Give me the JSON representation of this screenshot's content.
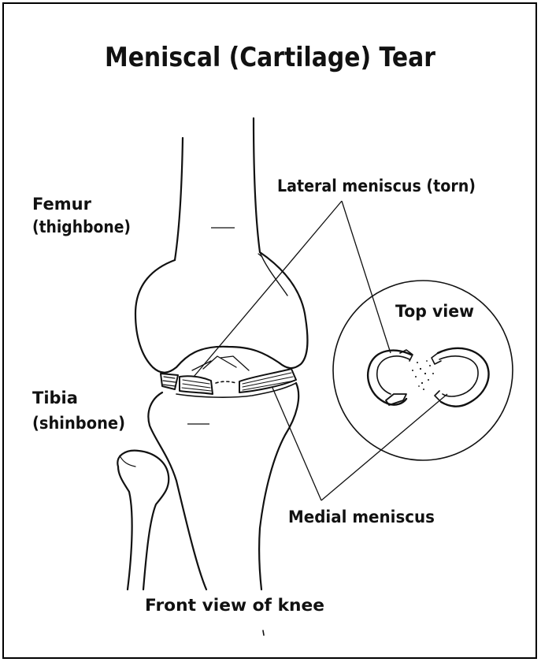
{
  "title": "Meniscal (Cartilage) Tear",
  "labels": {
    "femur_line1": "Femur",
    "femur_line2": "(thighbone)",
    "lateral_meniscus": "Lateral meniscus (torn)",
    "top_view": "Top view",
    "tibia_line1": "Tibia",
    "tibia_line2": "(shinbone)",
    "medial_meniscus": "Medial meniscus",
    "caption": "Front view of knee"
  },
  "colors": {
    "ink": "#111111",
    "background": "#ffffff",
    "border": "#000000"
  }
}
